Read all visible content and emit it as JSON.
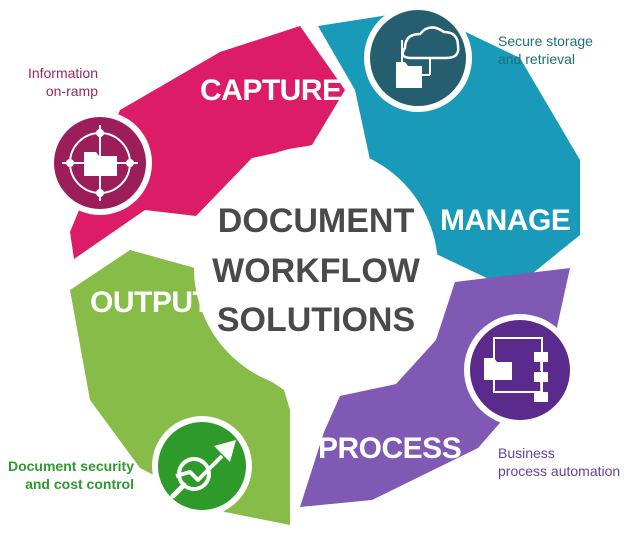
{
  "title": {
    "lines": [
      "DOCUMENT",
      "WORKFLOW",
      "SOLUTIONS"
    ]
  },
  "colors": {
    "capture": "#dc1c67",
    "manage": "#1a9ab9",
    "process": "#8059b5",
    "output": "#86bc47",
    "center_text": "#4a4a4a",
    "caption_information": "#9e2660",
    "caption_storage": "#1f6f7a",
    "caption_process": "#6a3fa0",
    "caption_output": "#2d9a2d",
    "badge_capture": "#9b1d5a",
    "badge_manage": "#255e6e",
    "badge_process": "#5a2a8c",
    "badge_output": "#2e9a2a"
  },
  "stages": [
    {
      "id": "capture",
      "label": "CAPTURE",
      "icon": "target-folder-icon"
    },
    {
      "id": "manage",
      "label": "MANAGE",
      "icon": "cloud-folder-icon"
    },
    {
      "id": "process",
      "label": "PROCESS",
      "icon": "flowchart-icon"
    },
    {
      "id": "output",
      "label": "OUTPUT",
      "icon": "magnifier-chart-icon"
    }
  ],
  "captions": {
    "information": [
      "Information",
      "on-ramp"
    ],
    "storage": [
      "Secure storage",
      "and retrieval"
    ],
    "process": [
      "Business",
      "process automation"
    ],
    "output": [
      "Document security",
      "and cost control"
    ]
  }
}
